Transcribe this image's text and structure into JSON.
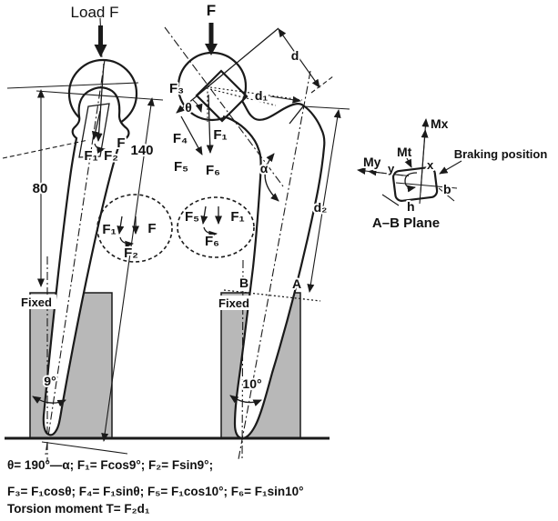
{
  "colors": {
    "ink": "#1a1a1a",
    "block_fill": "#b8b8b8",
    "background": "#ffffff"
  },
  "implant": {
    "load_label": "Load F",
    "dim_offset_label": "80",
    "dim_length_label": "140",
    "force_f": "F",
    "force_f1": "F₁",
    "force_f2": "F₂",
    "fixed_label": "Fixed",
    "tilt_angle_label": "9°",
    "inset": {
      "f1": "F₁",
      "f": "F",
      "f2": "F₂"
    }
  },
  "femur": {
    "load_label": "F",
    "f3": "F₃",
    "f4": "F₄",
    "f1": "F₁",
    "f5": "F₅",
    "f6": "F₆",
    "theta": "θ",
    "alpha": "α",
    "dim_d": "d",
    "dim_d1": "d₁",
    "dim_d2": "d₂",
    "point_b": "B",
    "point_a": "A",
    "fixed_label": "Fixed",
    "tilt_angle_label": "10°",
    "inset": {
      "f5": "F₅",
      "f1": "F₁",
      "f6": "F₆"
    }
  },
  "section": {
    "mx": "Mx",
    "my": "My",
    "mt": "Mt",
    "axis_x": "x",
    "axis_y": "y",
    "width_b": "b",
    "height_h": "h",
    "braking_label": "Braking position",
    "plane_label": "A–B Plane"
  },
  "equations": {
    "line1": "θ= 190°—α; F₁= Fcos9°; F₂= Fsin9°;",
    "line2": "F₃= F₁cosθ; F₄= F₁sinθ; F₅= F₁cos10°; F₆= F₁sin10°",
    "line3": "Torsion moment T= F₂d₁"
  }
}
